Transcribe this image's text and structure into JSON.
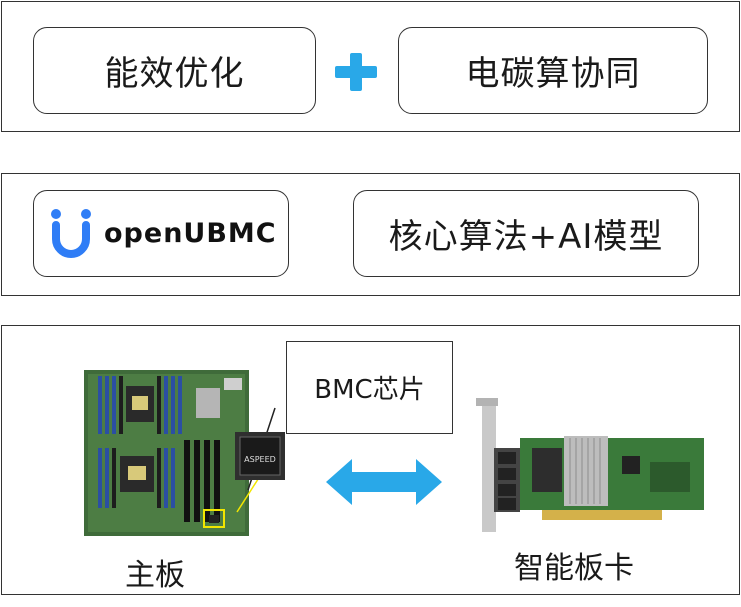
{
  "row1": {
    "left_label": "能效优化",
    "right_label": "电碳算协同"
  },
  "row2": {
    "logo_text": "openUBMC",
    "right_label": "核心算法+AI模型"
  },
  "row3": {
    "chip_label": "BMC芯片",
    "chip_marking": "ASPEED",
    "board_caption": "主板",
    "card_caption": "智能板卡"
  },
  "colors": {
    "accent_blue": "#29a8e8",
    "logo_blue": "#2f7df6",
    "border": "#333333",
    "highlight": "#f2e600"
  }
}
